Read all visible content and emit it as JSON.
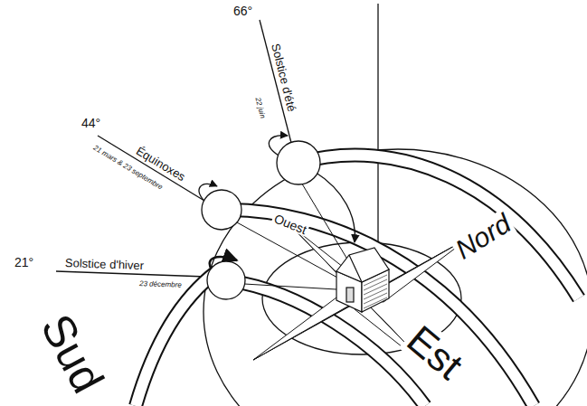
{
  "diagram": {
    "labels": [
      "66°",
      "Solstice d'été",
      "22 juin",
      "44°",
      "Équinoxes",
      "21 mars & 23 septembre",
      "21°",
      "Solstice d'hiver",
      "23 décembre",
      "Nord",
      "Ouest",
      "Est",
      "Sud"
    ]
  }
}
